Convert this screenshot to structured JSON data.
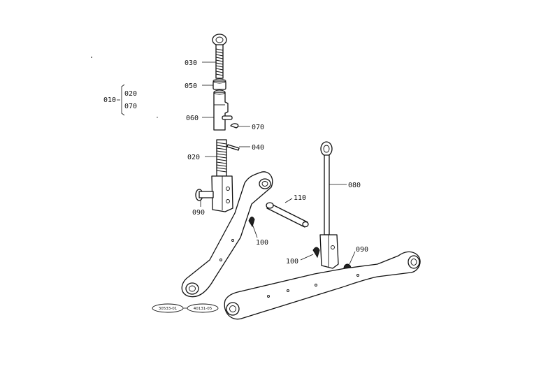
{
  "labels": {
    "p010": "010",
    "p020a": "020",
    "p070a": "070",
    "p030": "030",
    "p050": "050",
    "p060": "060",
    "p070": "070",
    "p040": "040",
    "p020": "020",
    "p090a": "090",
    "p100a": "100",
    "p110": "110",
    "p080": "080",
    "p100b": "100",
    "p090b": "090"
  },
  "refs": {
    "ref1": "30533-01",
    "ref2": "40131-05"
  }
}
